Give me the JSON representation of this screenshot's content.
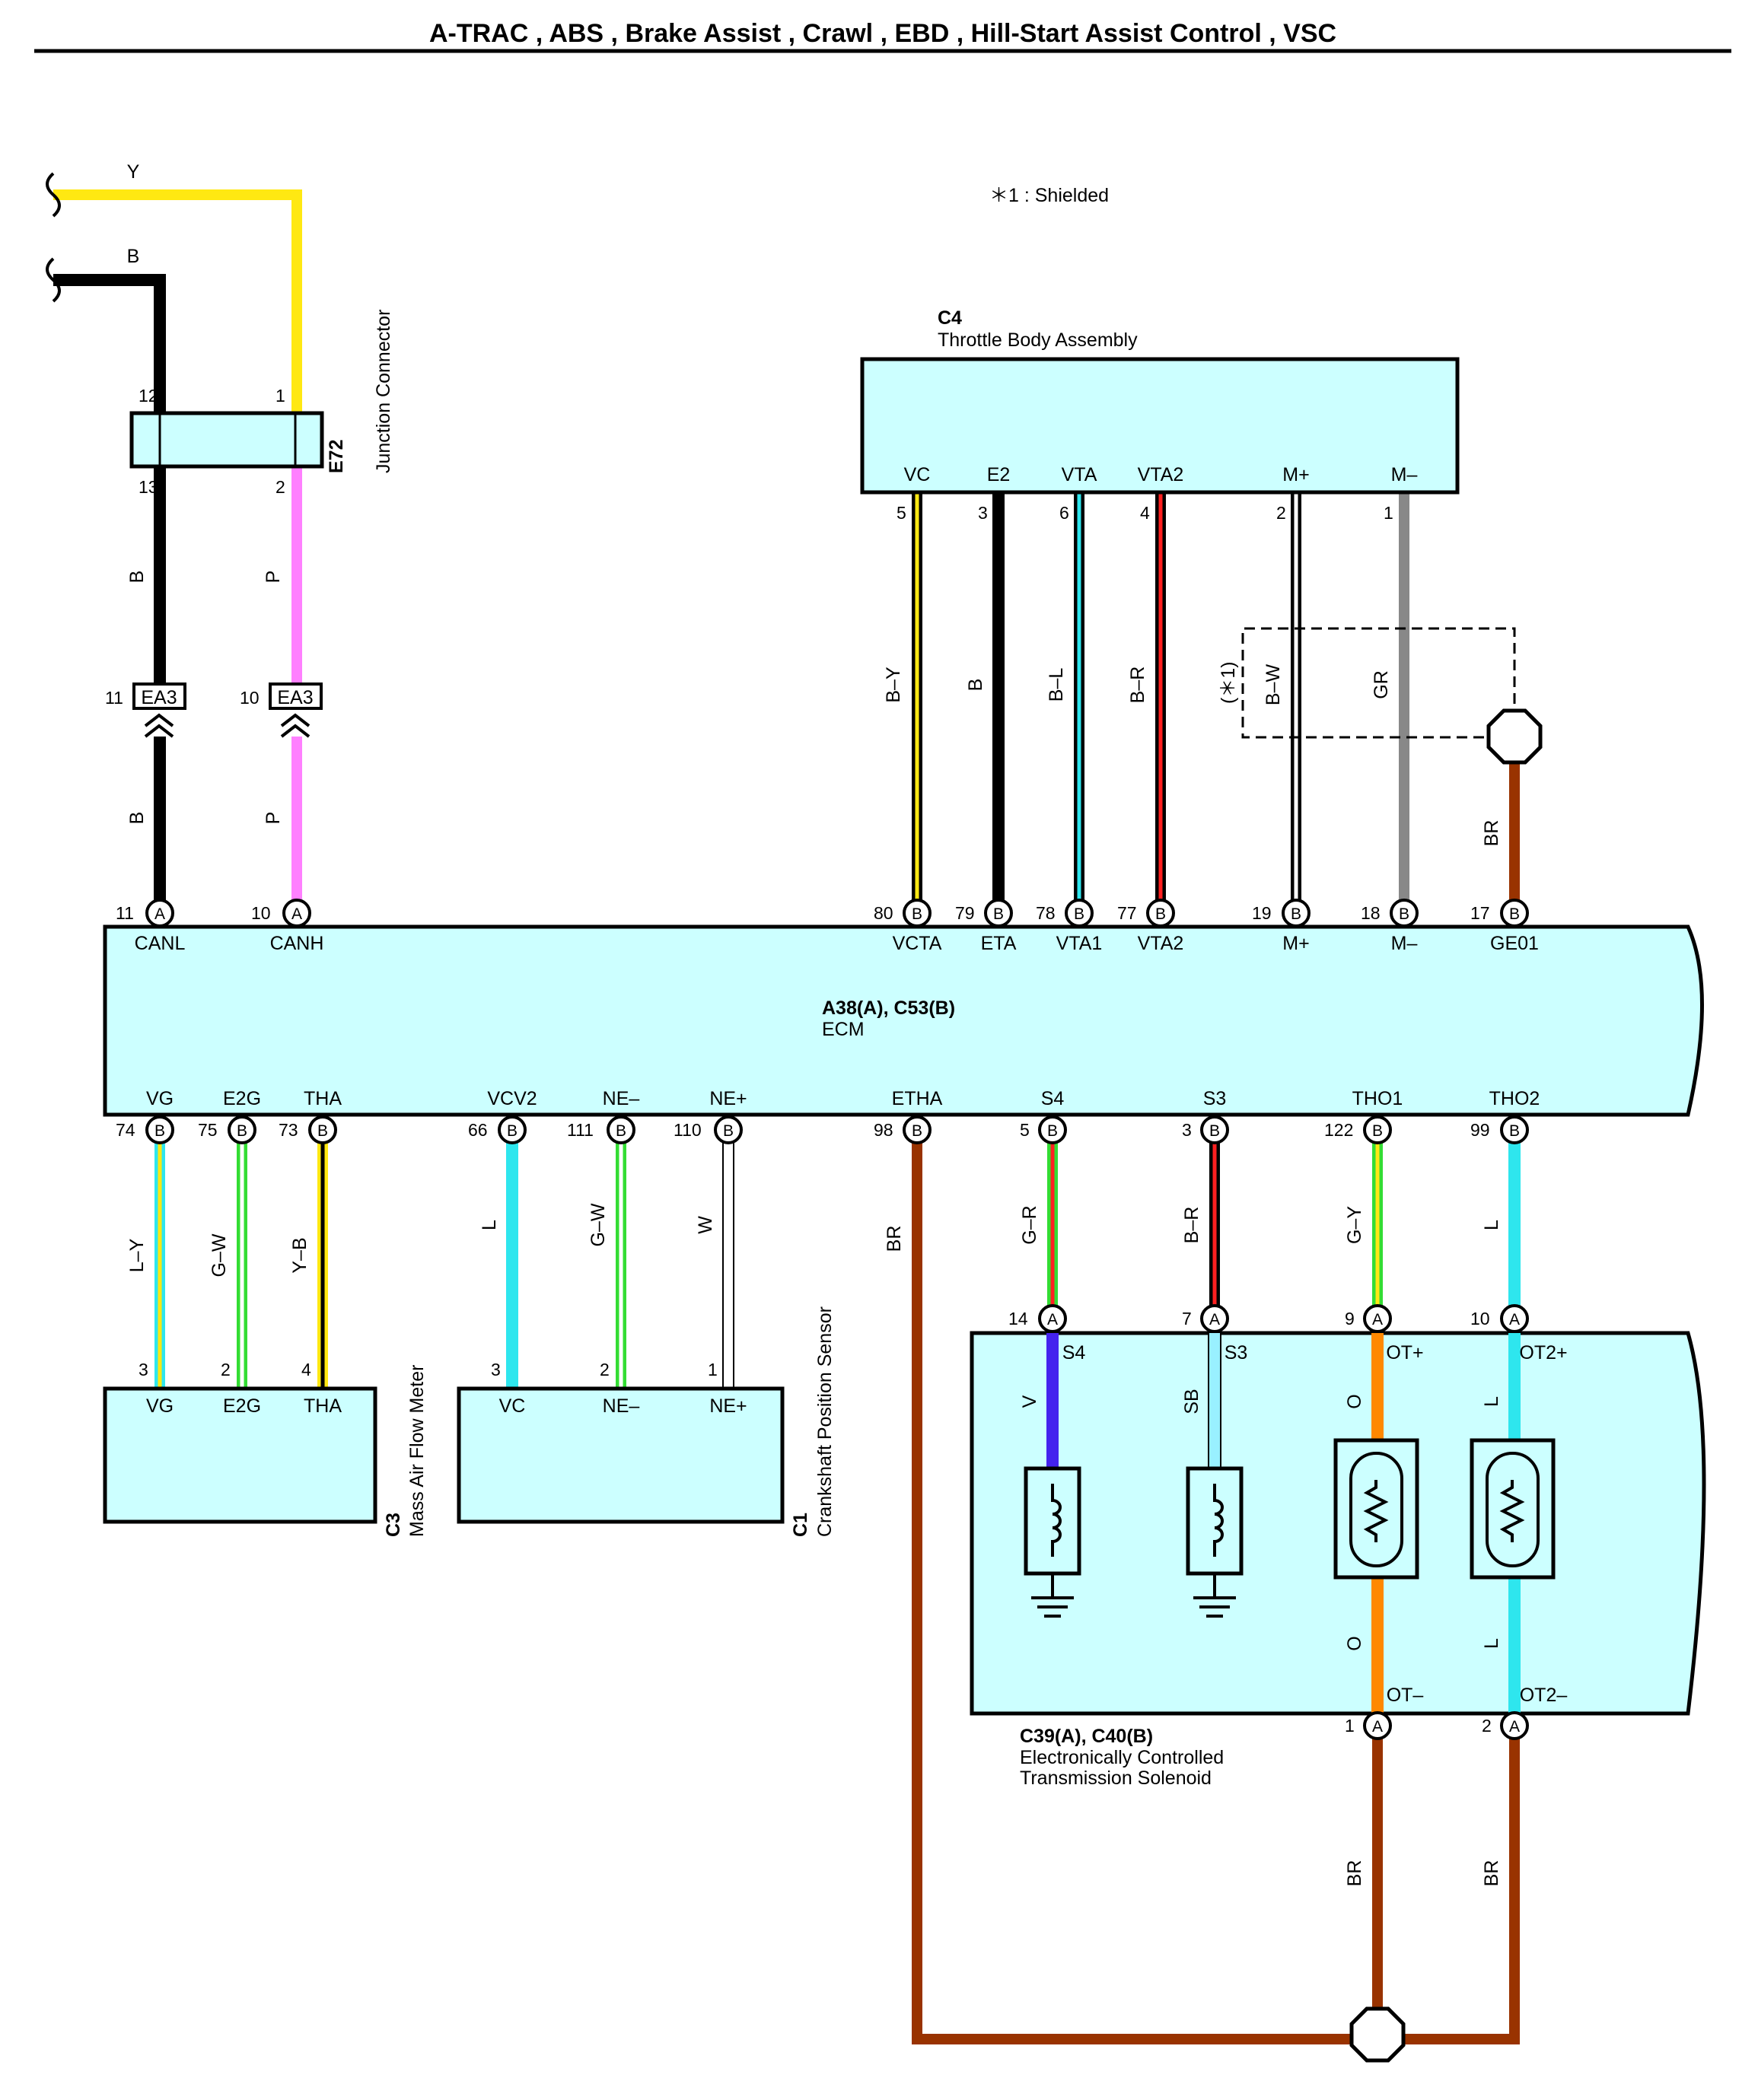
{
  "title": "A-TRAC , ABS , Brake Assist , Crawl , EBD , Hill-Start Assist Control , VSC",
  "note": "＊1 : Shielded",
  "colors": {
    "Y": "#ffe812",
    "B": "#000000",
    "P": "#ff80ff",
    "W": "#ffffff",
    "L": "#2ee6ee",
    "G": "#33dd33",
    "R": "#ff2020",
    "GR": "#888888",
    "BR": "#993300",
    "V": "#4422ee",
    "SB": "#99f0ff",
    "O": "#ff8800",
    "fill": "#ccffff"
  },
  "components": {
    "e72": {
      "code": "E72",
      "name": "Junction Connector"
    },
    "c4": {
      "code": "C4",
      "name": "Throttle Body Assembly"
    },
    "ecm": {
      "code": "A38(A), C53(B)",
      "name": "ECM"
    },
    "c3": {
      "code": "C3",
      "name": "Mass Air Flow Meter"
    },
    "c1": {
      "code": "C1",
      "name": "Crankshaft Position Sensor"
    },
    "sol": {
      "code": "C39(A), C40(B)",
      "name_line1": "Electronically Controlled",
      "name_line2": "Transmission Solenoid"
    }
  },
  "connector_ea3": "EA3",
  "shield_mark": "(＊1)",
  "wires": [
    {
      "id": "top-y",
      "label": "Y",
      "color": "Y"
    },
    {
      "id": "top-b",
      "label": "B",
      "color": "B"
    },
    {
      "id": "canl-b1",
      "label": "B",
      "color": "B"
    },
    {
      "id": "canh-p1",
      "label": "P",
      "color": "P"
    },
    {
      "id": "canl-b2",
      "label": "B",
      "color": "B"
    },
    {
      "id": "canh-p2",
      "label": "P",
      "color": "P"
    },
    {
      "id": "vcta",
      "label": "B–Y",
      "color": "B",
      "stripe": "Y"
    },
    {
      "id": "eta",
      "label": "B",
      "color": "B"
    },
    {
      "id": "vta1",
      "label": "B–L",
      "color": "B",
      "stripe": "L"
    },
    {
      "id": "vta2",
      "label": "B–R",
      "color": "B",
      "stripe": "R"
    },
    {
      "id": "mplus",
      "label": "B–W",
      "color": "B",
      "stripe": "W"
    },
    {
      "id": "mminus",
      "label": "GR",
      "color": "GR"
    },
    {
      "id": "ge01",
      "label": "BR",
      "color": "BR"
    },
    {
      "id": "vg",
      "label": "L–Y",
      "color": "L",
      "stripe": "Y"
    },
    {
      "id": "e2g",
      "label": "G–W",
      "color": "G",
      "stripe": "W"
    },
    {
      "id": "tha",
      "label": "Y–B",
      "color": "Y",
      "stripe": "B"
    },
    {
      "id": "vcv2",
      "label": "L",
      "color": "L"
    },
    {
      "id": "neminus",
      "label": "G–W",
      "color": "G",
      "stripe": "W"
    },
    {
      "id": "neplus",
      "label": "W",
      "color": "W"
    },
    {
      "id": "etha",
      "label": "BR",
      "color": "BR"
    },
    {
      "id": "s4",
      "label": "G–R",
      "color": "G",
      "stripe": "R"
    },
    {
      "id": "s3",
      "label": "B–R",
      "color": "B",
      "stripe": "R"
    },
    {
      "id": "tho1",
      "label": "G–Y",
      "color": "G",
      "stripe": "Y"
    },
    {
      "id": "tho2",
      "label": "L",
      "color": "L"
    },
    {
      "id": "sol-v",
      "label": "V",
      "color": "V"
    },
    {
      "id": "sol-sb",
      "label": "SB",
      "color": "SB"
    },
    {
      "id": "sol-o1",
      "label": "O",
      "color": "O"
    },
    {
      "id": "sol-o2",
      "label": "O",
      "color": "O"
    },
    {
      "id": "sol-l1",
      "label": "L",
      "color": "L"
    },
    {
      "id": "sol-l2",
      "label": "L",
      "color": "L"
    },
    {
      "id": "ot-br",
      "label": "BR",
      "color": "BR"
    },
    {
      "id": "ot2-br",
      "label": "BR",
      "color": "BR"
    }
  ],
  "pins": {
    "e72_12": "12",
    "e72_1": "1",
    "e72_13": "13",
    "e72_2": "2",
    "ea3_11": "11",
    "ea3_10": "10",
    "c4_5": "5",
    "c4_3": "3",
    "c4_6": "6",
    "c4_4": "4",
    "c4_2": "2",
    "c4_1": "1",
    "ecm_11": "11",
    "ecm_10": "10",
    "ecm_80": "80",
    "ecm_79": "79",
    "ecm_78": "78",
    "ecm_77": "77",
    "ecm_19": "19",
    "ecm_18": "18",
    "ecm_17": "17",
    "ecm_74": "74",
    "ecm_75": "75",
    "ecm_73": "73",
    "ecm_66": "66",
    "ecm_111": "111",
    "ecm_110": "110",
    "ecm_98": "98",
    "ecm_5": "5",
    "ecm_3": "3",
    "ecm_122": "122",
    "ecm_99": "99",
    "c3_3": "3",
    "c3_2": "2",
    "c3_4": "4",
    "c1_3": "3",
    "c1_2": "2",
    "c1_1": "1",
    "sol_14": "14",
    "sol_7": "7",
    "sol_9": "9",
    "sol_10": "10",
    "sol_1": "1",
    "sol_2": "2"
  },
  "terminals": {
    "c4": [
      "VC",
      "E2",
      "VTA",
      "VTA2",
      "M+",
      "M–"
    ],
    "ecm_top": [
      "CANL",
      "CANH",
      "VCTA",
      "ETA",
      "VTA1",
      "VTA2",
      "M+",
      "M–",
      "GE01"
    ],
    "ecm_bottom": [
      "VG",
      "E2G",
      "THA",
      "VCV2",
      "NE–",
      "NE+",
      "ETHA",
      "S4",
      "S3",
      "THO1",
      "THO2"
    ],
    "c3": [
      "VG",
      "E2G",
      "THA"
    ],
    "c1": [
      "VC",
      "NE–",
      "NE+"
    ],
    "sol": [
      "S4",
      "S3",
      "OT+",
      "OT2+",
      "OT–",
      "OT2–"
    ]
  },
  "circles": {
    "ecm_canl": "A",
    "ecm_canh": "A",
    "ecm_80": "B",
    "ecm_79": "B",
    "ecm_78": "B",
    "ecm_77": "B",
    "ecm_19": "B",
    "ecm_18": "B",
    "ecm_17": "B",
    "ecm_74": "B",
    "ecm_75": "B",
    "ecm_73": "B",
    "ecm_66": "B",
    "ecm_111": "B",
    "ecm_110": "B",
    "ecm_98": "B",
    "ecm_5": "B",
    "ecm_3": "B",
    "ecm_122": "B",
    "ecm_99": "B",
    "sol_14": "A",
    "sol_7": "A",
    "sol_9": "A",
    "sol_10": "A",
    "sol_1": "A",
    "sol_2": "A"
  }
}
